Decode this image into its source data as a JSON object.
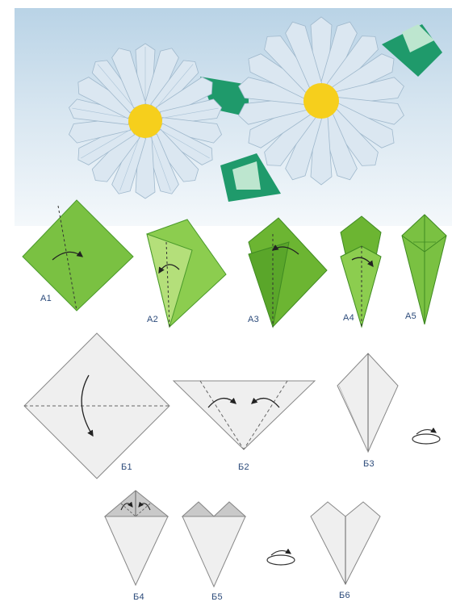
{
  "steps": {
    "a1": "A1",
    "a2": "A2",
    "a3": "A3",
    "a4": "A4",
    "a5": "A5",
    "b1": "Б1",
    "b2": "Б2",
    "b3": "Б3",
    "b4": "Б4",
    "b5": "Б5",
    "b6": "Б6"
  },
  "colors": {
    "leaf_green": "#7ac142",
    "leaf_dark": "#4a9a2a",
    "petal_white": "#e9eef2",
    "petal_blue": "#c8dcee",
    "flower_center": "#f6cf1c",
    "stem_green": "#1f9a6b",
    "label_blue": "#2b4a7a"
  },
  "icons": [
    "flower-photo",
    "turn-over-icon",
    "fold-arrow-icon"
  ]
}
